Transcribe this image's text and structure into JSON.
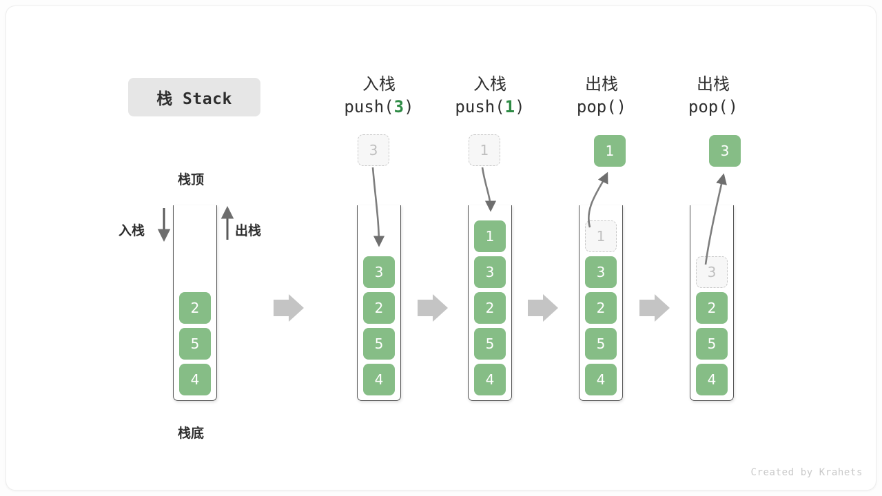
{
  "title_badge": {
    "label": "栈 Stack"
  },
  "credit": "Created by Krahets",
  "colors": {
    "cell_fill": "#86bd86",
    "cell_text": "#ffffff",
    "ghost_fill": "#f7f7f7",
    "ghost_text": "#bfbfbf",
    "ghost_border": "#c9c9c9",
    "accent_green_text": "#2e8b45",
    "arrow_gray": "#6e6e6e",
    "block_arrow_gray": "#c4c4c4",
    "badge_bg": "#e6e6e6",
    "container_stroke": "#555555"
  },
  "labels": {
    "top": "栈顶",
    "bottom": "栈底",
    "push": "入栈",
    "pop": "出栈"
  },
  "columns": [
    {
      "id": "initial",
      "head_cn": "",
      "head_code_prefix": "",
      "head_code_arg": "",
      "head_code_suffix": "",
      "floating": null,
      "cells": [
        "2",
        "5",
        "4"
      ]
    },
    {
      "id": "push-3",
      "head_cn": "入栈",
      "head_code_prefix": "push(",
      "head_code_arg": "3",
      "head_code_suffix": ")",
      "floating": {
        "value": "3",
        "style": "ghost"
      },
      "cells": [
        "3",
        "2",
        "5",
        "4"
      ]
    },
    {
      "id": "push-1",
      "head_cn": "入栈",
      "head_code_prefix": "push(",
      "head_code_arg": "1",
      "head_code_suffix": ")",
      "floating": {
        "value": "1",
        "style": "ghost"
      },
      "cells": [
        "1",
        "3",
        "2",
        "5",
        "4"
      ]
    },
    {
      "id": "pop-1",
      "head_cn": "出栈",
      "head_code_prefix": "pop(",
      "head_code_arg": "",
      "head_code_suffix": ")",
      "floating": {
        "value": "1",
        "style": "filled"
      },
      "ghost_top": "1",
      "cells": [
        "3",
        "2",
        "5",
        "4"
      ]
    },
    {
      "id": "pop-3",
      "head_cn": "出栈",
      "head_code_prefix": "pop(",
      "head_code_arg": "",
      "head_code_suffix": ")",
      "floating": {
        "value": "3",
        "style": "filled"
      },
      "ghost_top": "3",
      "cells": [
        "2",
        "5",
        "4"
      ]
    }
  ]
}
